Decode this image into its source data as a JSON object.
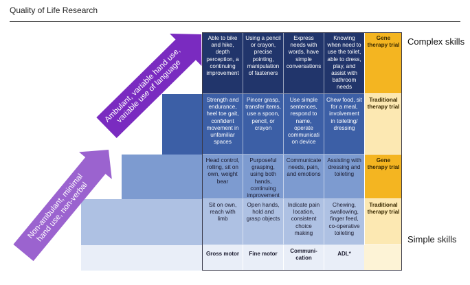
{
  "journal": "Quality of Life Research",
  "right_labels": {
    "top": "Complex skills",
    "bottom": "Simple skills"
  },
  "arrows": [
    {
      "lines": [
        "Non-ambulant, minimal",
        "hand use, non-verbal"
      ],
      "color": "#9b63cf"
    },
    {
      "lines": [
        "Ambulant, variable hand use,",
        "variable use of language"
      ],
      "color": "#7a2bc0"
    }
  ],
  "columns": [
    "Gross motor",
    "Fine motor",
    "Communi-\ncation",
    "ADL*"
  ],
  "rows": [
    {
      "cells": [
        "Able to bike and hike, depth perception, a continuing improvement",
        "Using a pencil or crayon, precise pointing, manipulation of fasteners",
        "Express needs with words, have simple conversations",
        "Knowing when need to use the toilet, able to dress, play, and assist with bathroom needs"
      ],
      "trial": "Gene therapy trial"
    },
    {
      "cells": [
        "Strength and endurance, heel toe gait, confident movement in unfamiliar spaces",
        "Pincer grasp, transfer items, use a spoon, pencil, or crayon",
        "Use simple sentences, respond to name, operate communicati on device",
        "Chew food, sit for a meal, involvement in toileting/ dressing"
      ],
      "trial": "Traditional therapy trial"
    },
    {
      "cells": [
        "Head control, rolling, sit on own, weight bear",
        "Purposeful grasping, using both hands, continuing improvement",
        "Communicate needs, pain, and emotions",
        "Assisting with dressing and toileting"
      ],
      "trial": "Gene therapy trial"
    },
    {
      "cells": [
        "Sit on own, reach with limb",
        "Open hands, hold and grasp objects",
        "Indicate pain location, consistent choice making",
        "Chewing, swallowing, finger feed, co-operative toileting"
      ],
      "trial": "Traditional therapy trial"
    }
  ],
  "colors": {
    "row1": "#21356b",
    "row2": "#3c5fa6",
    "row3": "#7d9bd0",
    "row4": "#aec1e3",
    "header": "#e9eef8",
    "gold_dark": "#f4b521",
    "gold_light": "#fce8b2",
    "gold_header": "#fdf3d6"
  }
}
